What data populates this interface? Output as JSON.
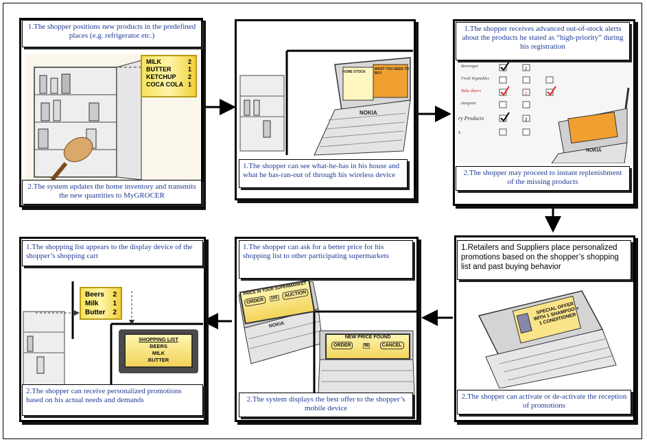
{
  "panels": {
    "p1": {
      "caption_top": "1.The shopper positions new products in the predefined places (e.g. refrigerator etc.)",
      "caption_bottom": "2.The system updates the home inventory and transmits the new quantities to MyGROCER",
      "inventory": [
        {
          "name": "MILK",
          "qty": "2"
        },
        {
          "name": "BUTTER",
          "qty": "1"
        },
        {
          "name": "KETCHUP",
          "qty": "2"
        },
        {
          "name": "COCA COLA",
          "qty": "1"
        }
      ]
    },
    "p2": {
      "caption_bottom": "1.The shopper can see what-he-has in his house and what he has-ran-out of through his wireless device",
      "device_brand": "NOKIA",
      "screen_col_left": "HOME STOCK",
      "screen_col_right": "WHAT YOU NEED TO BUY"
    },
    "p3": {
      "caption_top": "1.The shopper receives advanced out-of-stock alerts about the products he stated as “high-priority” during his registration",
      "caption_bottom": "2.The shopper may proceed to instant replenishment of the missing products",
      "form_rows": [
        "Beverages",
        "Fresh Vegetables",
        "Baby dipers",
        "etergents",
        "ry Products",
        "s"
      ],
      "device_brand": "NOKIA"
    },
    "p4": {
      "caption_top": "1.Retailers and Suppliers place personalized promotions based on the shopper’s shopping list and past buying behavior",
      "caption_bottom": "2.The shopper can activate or de-activate the reception of promotions",
      "screen_text": "SPECIAL OFFER WITH 1 SHAMPOO + 1 CONDITIONER"
    },
    "p5": {
      "caption_top": "1.The shopper can ask for a better price for his shopping list to other participating supermarkets",
      "caption_bottom": "2.The system displays the best offer to the shopper’s mobile device",
      "screen1_title": "PRICE IN YOUR SUPERMARKET",
      "screen1_order": "ORDER",
      "screen1_auction": "AUCTION",
      "screen1_price": "102",
      "screen2_title": "NEW PRICE FOUND",
      "screen2_order": "ORDER",
      "screen2_cancel": "CANCEL",
      "screen2_price": "98",
      "device_brand": "NOKIA"
    },
    "p6": {
      "caption_top": "1.The shopping list appears to the display device of the shopper’s shopping cart",
      "caption_bottom": "2.The shopper can receive personalized promotions based on his actual needs and demands",
      "list_items": [
        {
          "name": "Beers",
          "qty": "2"
        },
        {
          "name": "Milk",
          "qty": "1"
        },
        {
          "name": "Butter",
          "qty": "2"
        }
      ],
      "cart_screen_title": "SHOPPING LIST",
      "cart_screen_items": [
        "BEERS",
        "MILK",
        "BUTTER"
      ]
    }
  },
  "colors": {
    "caption_text": "#1f3a93",
    "note_yellow": "#f7e35a",
    "screen_orange": "#f0a030"
  }
}
